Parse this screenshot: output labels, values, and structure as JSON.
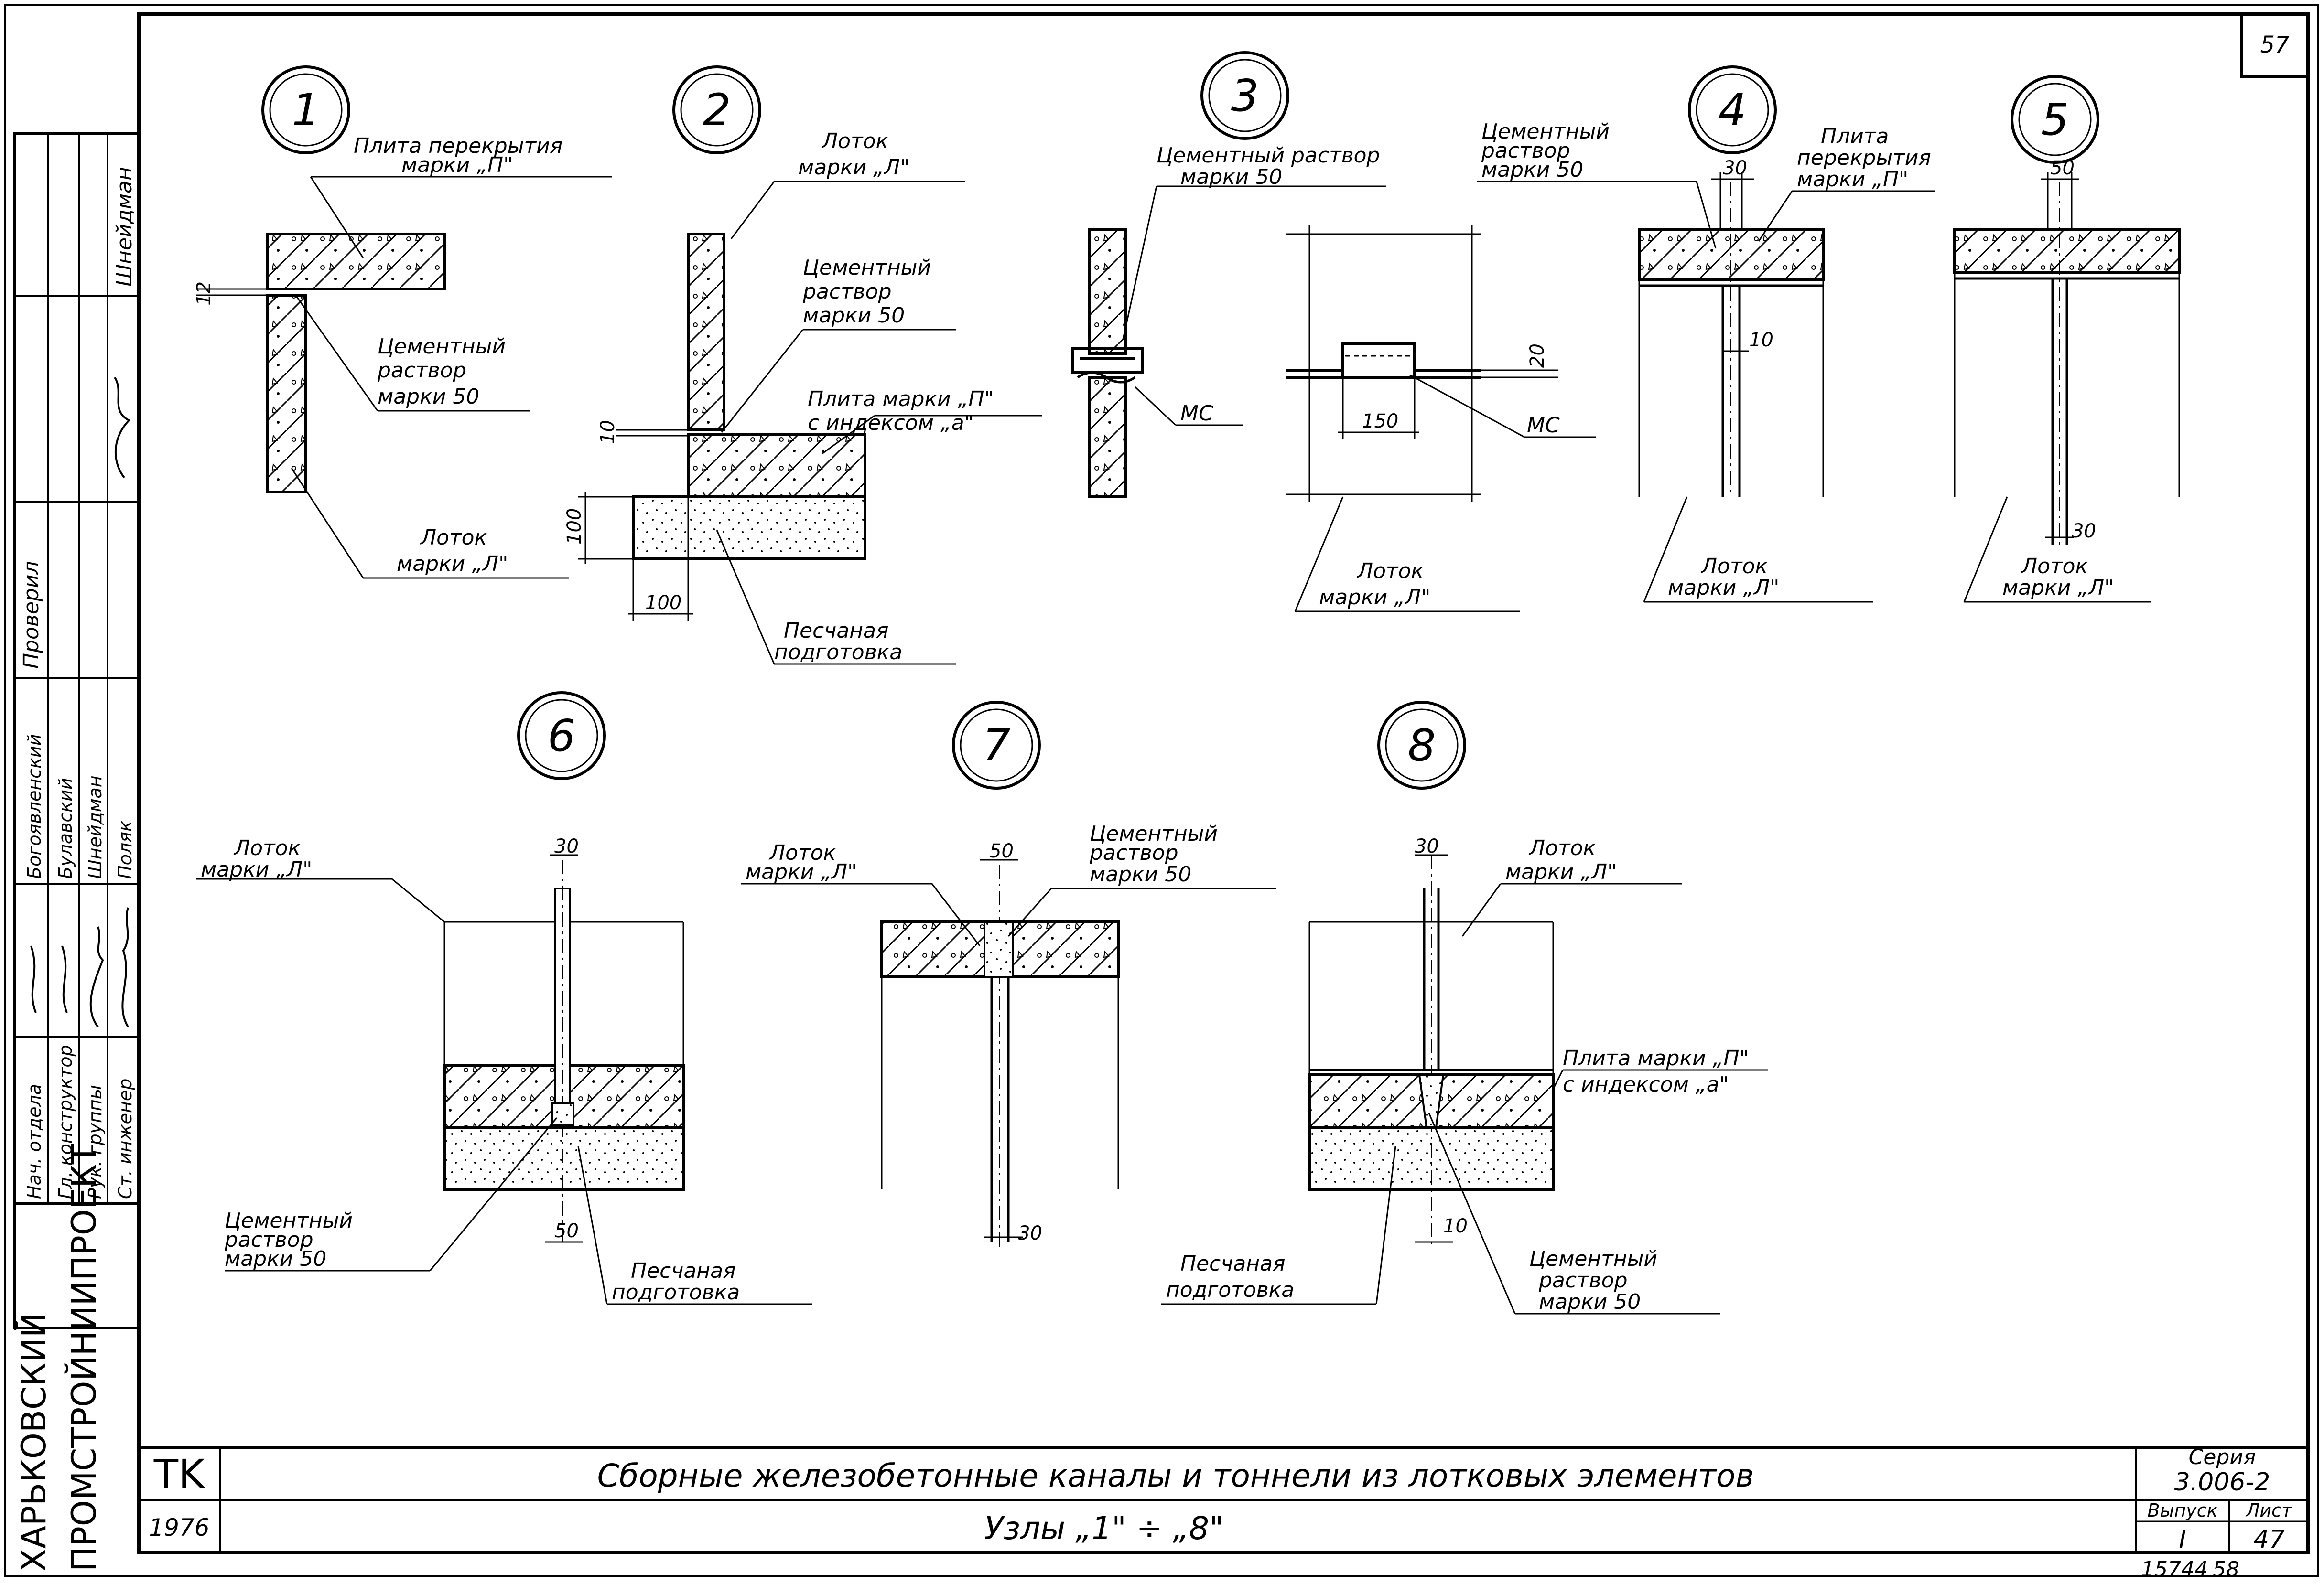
{
  "page": {
    "sheet_number": "57",
    "title_block": {
      "code": "TK",
      "title": "Сборные железобетонные каналы и тоннели из лотковых элементов",
      "subtitle": "Узлы „1\" ÷ „8\"",
      "year": "1976",
      "series_label": "Серия",
      "series_value": "3.006-2",
      "issue_label": "Выпуск",
      "issue_value": "I",
      "sheet_label": "Лист",
      "sheet_value": "47",
      "footer_code": "15744",
      "footer_page": "58"
    },
    "org": {
      "line1": "ХАРЬКОВСКИЙ",
      "line2": "ПРОМСТРОЙНИИПРОЕКТ"
    },
    "stamp_rows": [
      {
        "role": "Нач. отдела",
        "name": "Богоявленский"
      },
      {
        "role": "Гл. конструктор",
        "name": "Булавский"
      },
      {
        "role": "Рук. группы",
        "name": "Шнейдман"
      },
      {
        "role": "Ст. инженер",
        "name": "Поляк"
      }
    ],
    "stamp_check": {
      "role": "Проверил",
      "name": "Шнейдман"
    }
  },
  "labels": {
    "plita_perekrytiya": "Плита перекрытия марки „П\"",
    "plita_perekrytiya_l1": "Плита перекрытия",
    "plita_perekrytiya_l2": "марки „П\"",
    "plita_l1": "Плита",
    "plita_l2": "перекрытия",
    "plita_l3": "марки „П\"",
    "cement_l1": "Цементный",
    "cement_l2": "раствор",
    "cement_l3": "марки 50",
    "cement_one_l1": "Цементный раствор",
    "cement_one_l2": "марки 50",
    "lotok_l1": "Лоток",
    "lotok_l2": "марки „Л\"",
    "plita_index_l1": "Плита марки „П\"",
    "plita_index_l2": "с индексом „а\"",
    "pesok_l1": "Песчаная",
    "pesok_l2": "подготовка",
    "mc": "МС"
  },
  "nodes": [
    "1",
    "2",
    "3",
    "4",
    "5",
    "6",
    "7",
    "8"
  ],
  "dims": {
    "d10": "10",
    "d20": "20",
    "d30": "30",
    "d50": "50",
    "d100": "100",
    "d150": "150",
    "d12": "12"
  }
}
